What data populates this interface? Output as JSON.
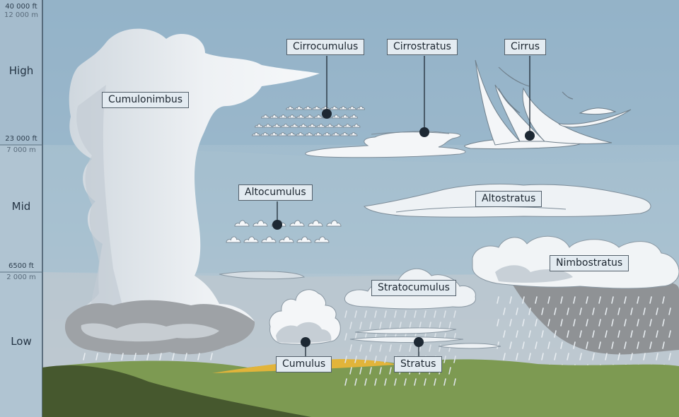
{
  "altitude_axis": {
    "bands": [
      {
        "key": "high",
        "label": "High"
      },
      {
        "key": "mid",
        "label": "Mid"
      },
      {
        "key": "low",
        "label": "Low"
      }
    ],
    "ticks": [
      {
        "key": "top",
        "feet": "40 000 ft",
        "meters": "12 000 m"
      },
      {
        "key": "high_base",
        "feet": "23 000 ft",
        "meters": "7 000 m"
      },
      {
        "key": "mid_base",
        "feet": "6500 ft",
        "meters": "2 000 m"
      }
    ]
  },
  "clouds": [
    {
      "key": "cumulonimbus",
      "label": "Cumulonimbus"
    },
    {
      "key": "cirrocumulus",
      "label": "Cirrocumulus"
    },
    {
      "key": "cirrostratus",
      "label": "Cirrostratus"
    },
    {
      "key": "cirrus",
      "label": "Cirrus"
    },
    {
      "key": "altocumulus",
      "label": "Altocumulus"
    },
    {
      "key": "altostratus",
      "label": "Altostratus"
    },
    {
      "key": "nimbostratus",
      "label": "Nimbostratus"
    },
    {
      "key": "stratocumulus",
      "label": "Stratocumulus"
    },
    {
      "key": "cumulus",
      "label": "Cumulus"
    },
    {
      "key": "stratus",
      "label": "Stratus"
    }
  ],
  "colors": {
    "sky_high": "#94b3c8",
    "sky_mid": "#a9c2d2",
    "sky_low": "#c0cbd1",
    "cloud_white": "#f4f6f8",
    "cloud_shade": "#c9d1d8",
    "storm_gray": "#8f9295",
    "ground_green": "#7d9a52",
    "ground_dark": "#46582e",
    "sun_field": "#e2b43a"
  }
}
